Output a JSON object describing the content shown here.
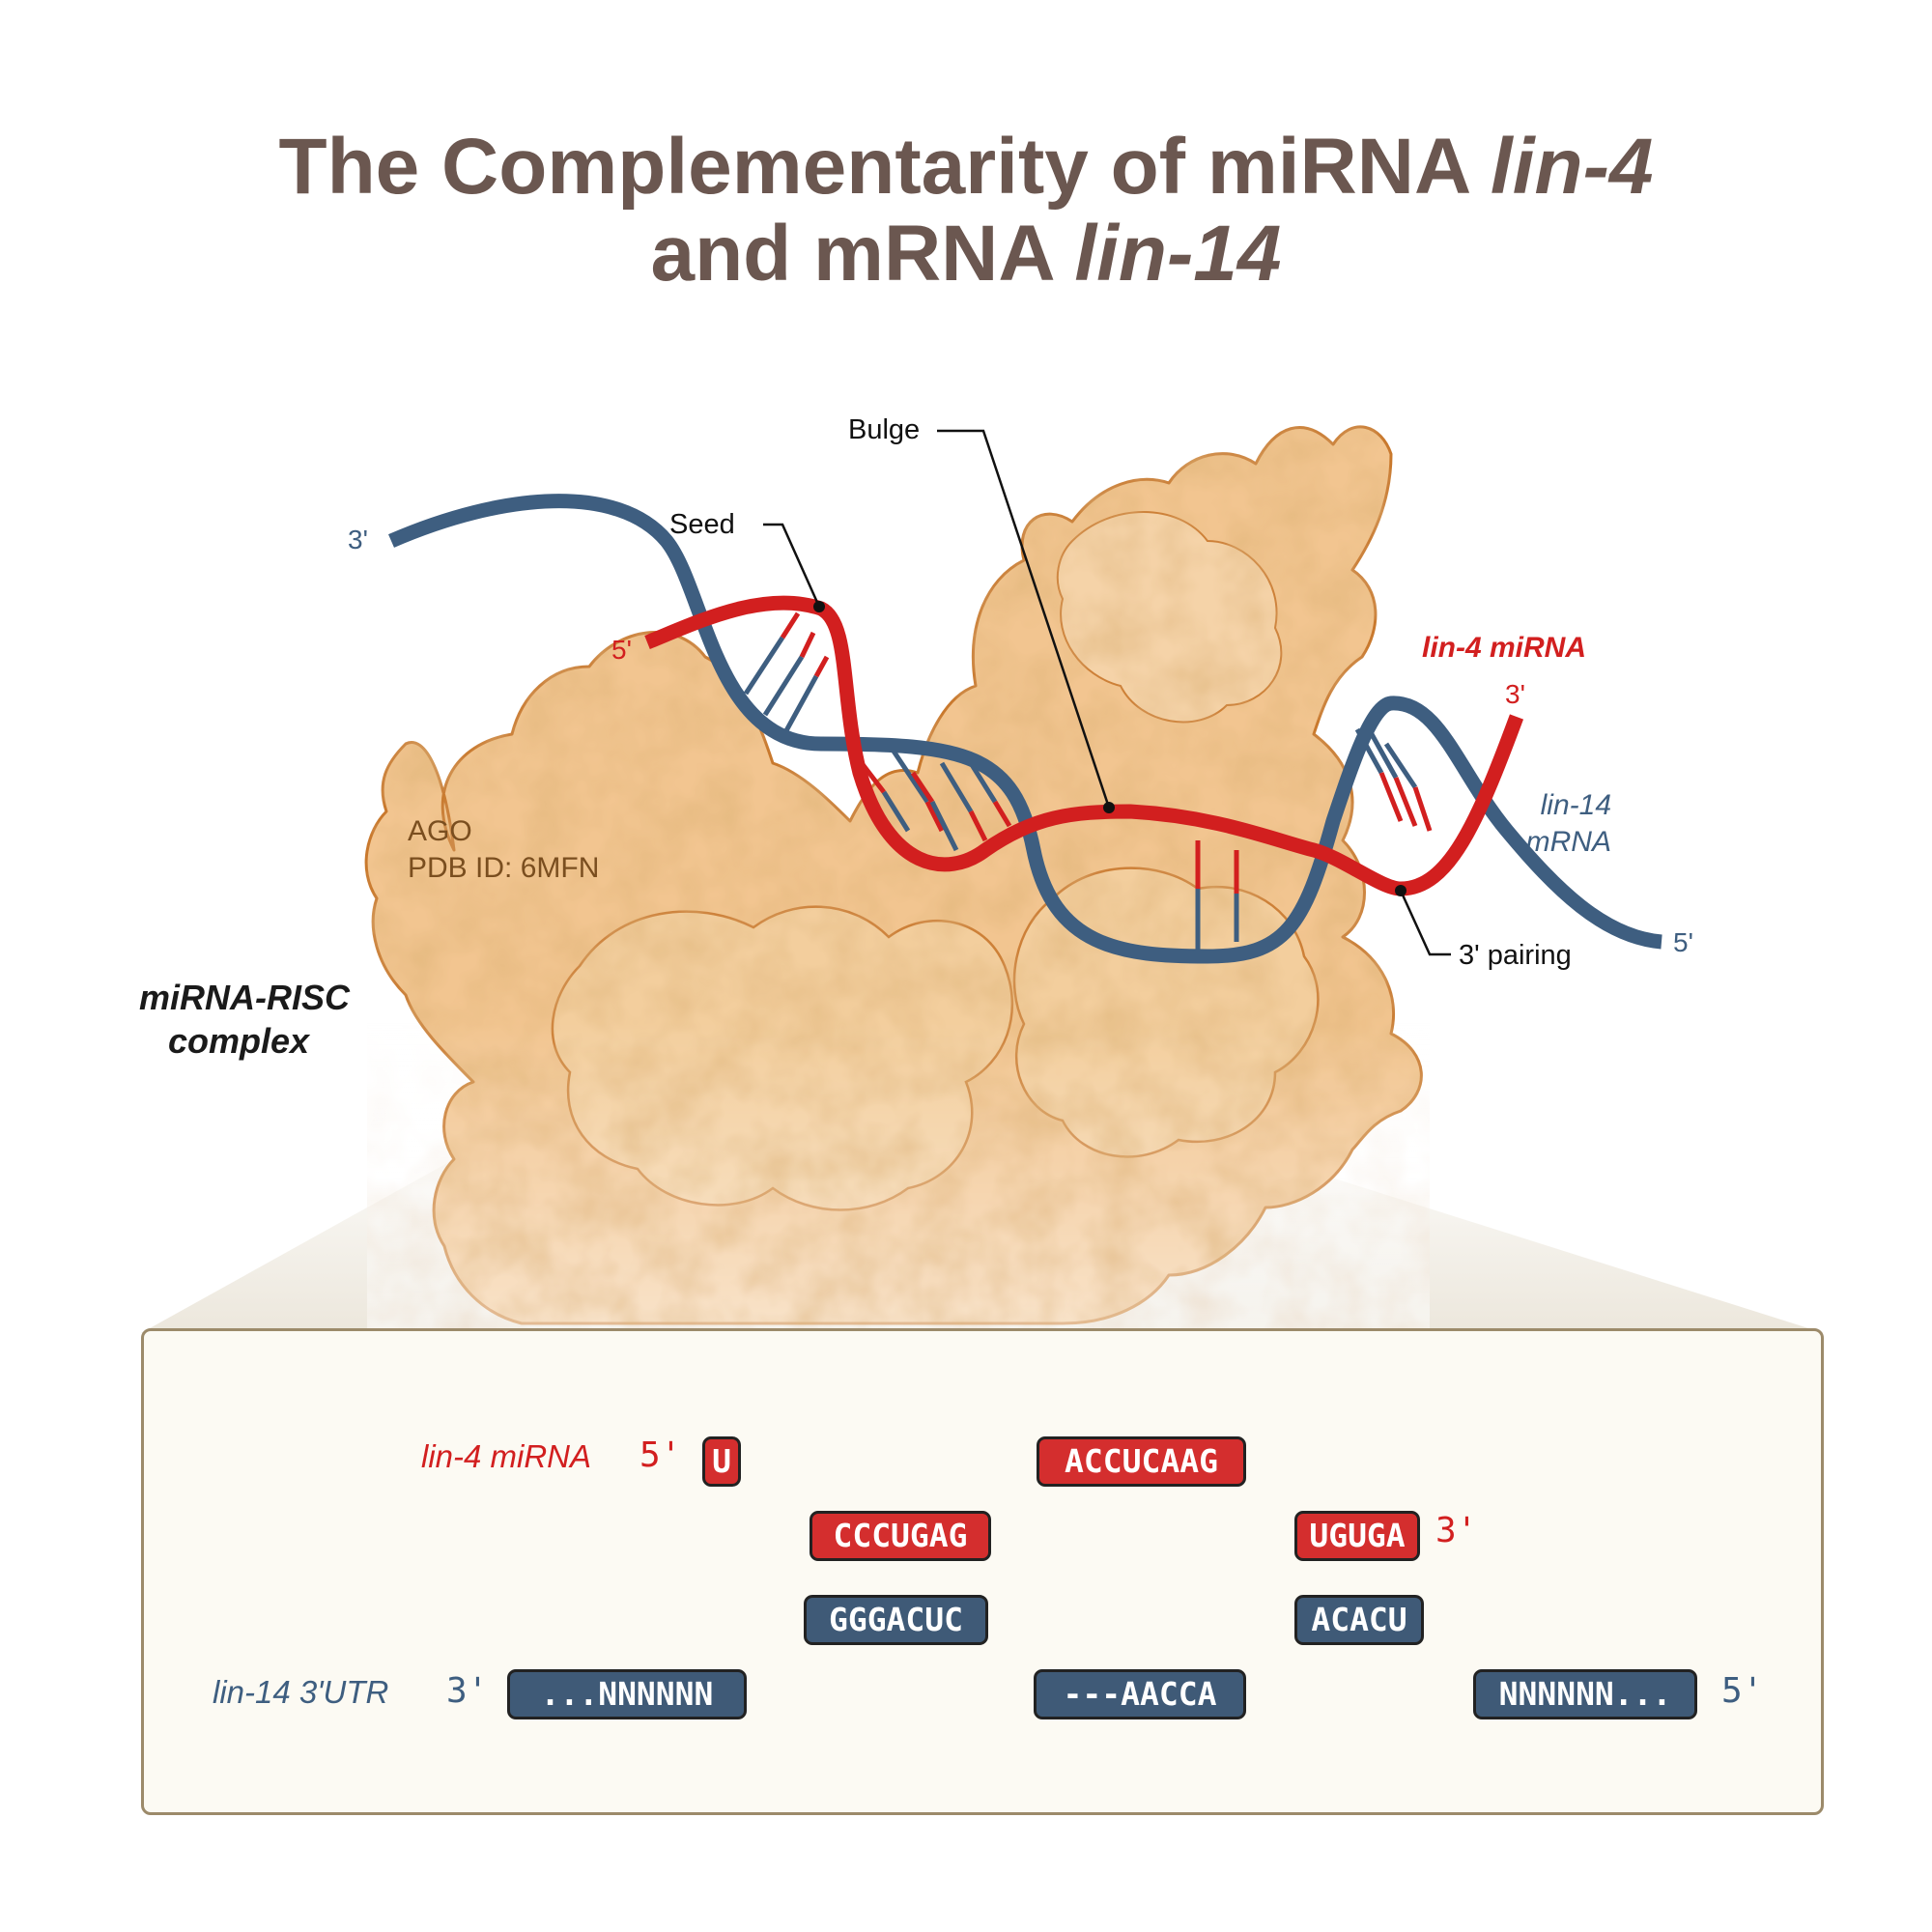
{
  "title": {
    "line1": "The Complementarity of miRNA ",
    "line1_italic": "lin-4",
    "line2": "and mRNA ",
    "line2_italic": "lin-14"
  },
  "colors": {
    "mirna": "#d21f1f",
    "mrna": "#3e5e80",
    "protein": "#f2c48f",
    "protein_edge": "#c9792e",
    "title": "#6b5750"
  },
  "complex": {
    "protein_name": "AGO",
    "pdb": "PDB ID: 6MFN",
    "complex_line1": "miRNA-RISC",
    "complex_line2": "complex",
    "mirna_label": "lin-4 miRNA",
    "mrna_label_line1": "lin-14",
    "mrna_label_line2": "mRNA",
    "ends": {
      "mrna_3": "3'",
      "mirna_5": "5'",
      "mirna_3": "3'",
      "mrna_5": "5'"
    },
    "callouts": {
      "seed": "Seed",
      "bulge": "Bulge",
      "pairing": "3' pairing"
    }
  },
  "alignment": {
    "mirna_label": "lin-4 miRNA",
    "mrna_label": "lin-14 3'UTR",
    "mirna_5": "5'",
    "mirna_3": "3'",
    "mrna_3": "3'",
    "mrna_5": "5'",
    "mirna_segments": [
      "U",
      "CCCUGAG",
      "ACCUCAAG",
      "UGUGA"
    ],
    "mrna_segments": [
      "...NNNNNN",
      "GGGACUC",
      "---AACCA",
      "ACACU",
      "NNNNNN..."
    ]
  }
}
